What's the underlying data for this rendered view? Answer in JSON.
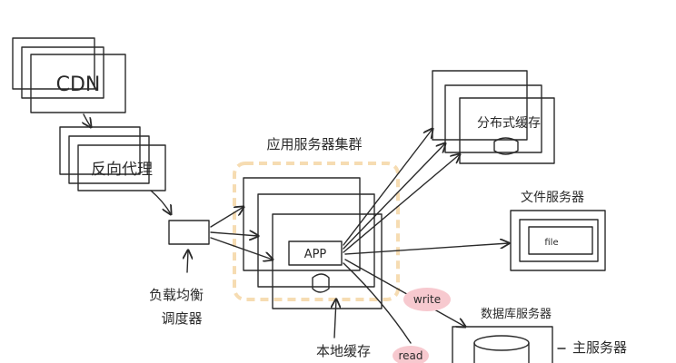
{
  "nodes": {
    "cdn": "CDN",
    "reverse_proxy": "反向代理",
    "load_balancer": "负载均衡\n调度器",
    "app_cluster": "应用服务器集群",
    "app": "APP",
    "local_cache": "本地缓存",
    "distributed_cache": "分布式缓存",
    "file_server": "文件服务器",
    "file_label": "file",
    "db_server": "数据库服务器",
    "master_server": "主服务器"
  },
  "edges": {
    "write": "write",
    "read": "read"
  },
  "colors": {
    "cdn": "#8fe3ea",
    "reverse_proxy": "#7ab1ea",
    "load_balancer": "#2f7d3c",
    "cluster_border": "#f6dcb2",
    "app_box": "#f3c98f",
    "distributed_cache": "#f4a2ea",
    "file_server": "#f5b3b5",
    "db": "#cfe6cf",
    "highlight": "#f7c9cf"
  }
}
